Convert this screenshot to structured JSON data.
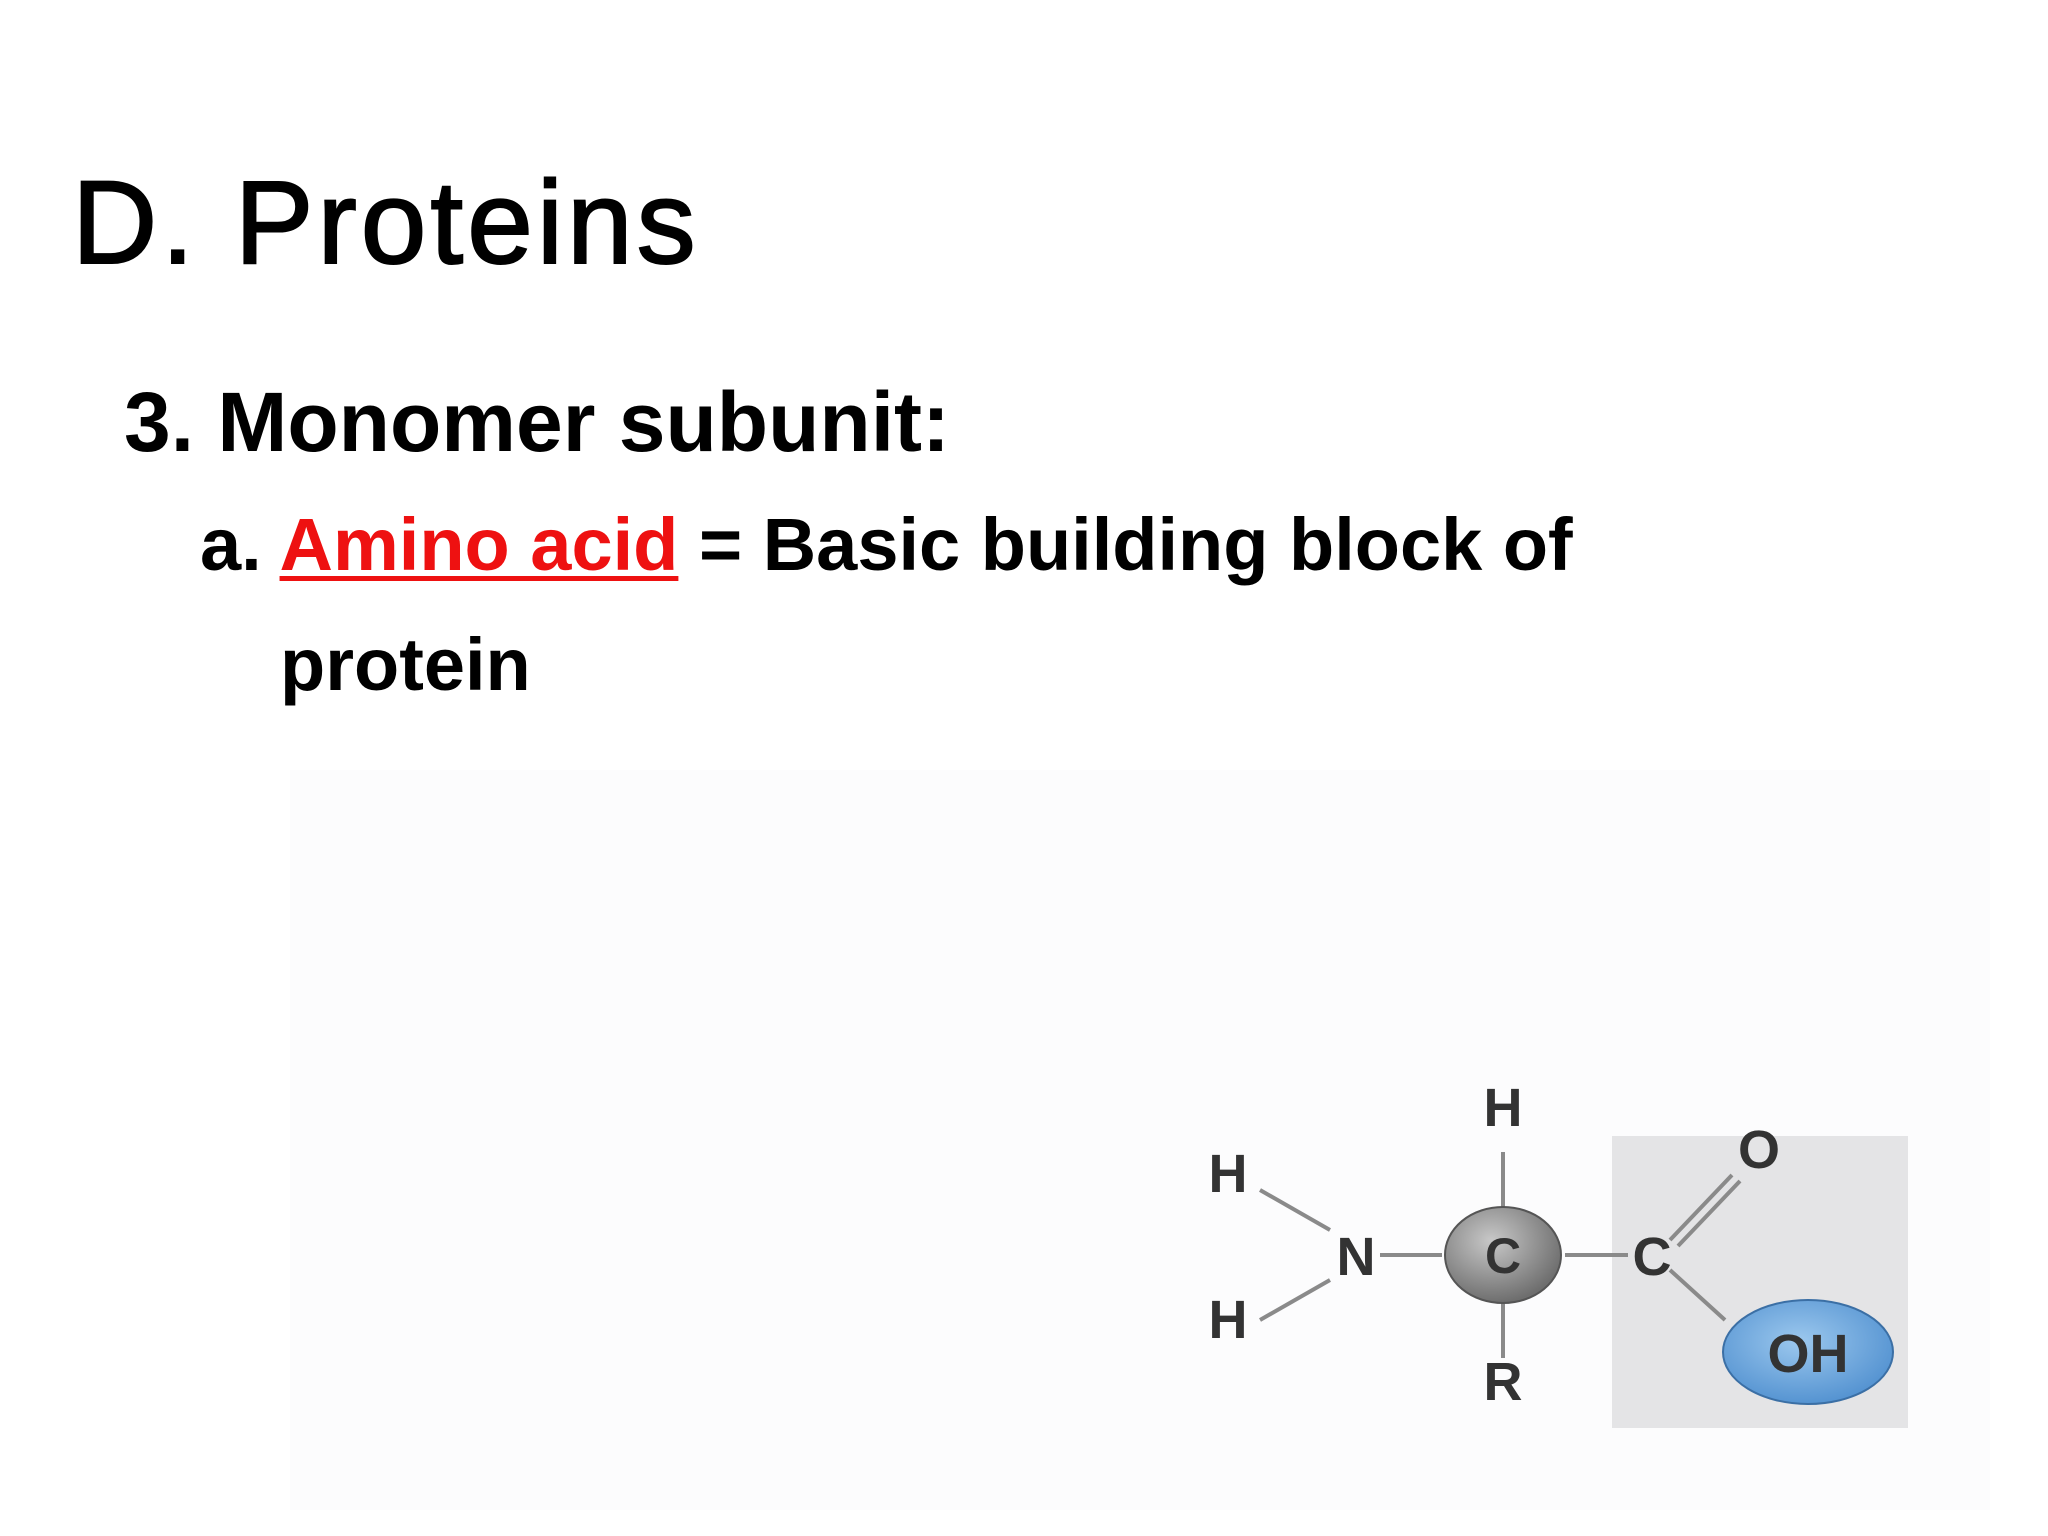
{
  "slide": {
    "title": "D. Proteins",
    "subheading": "3. Monomer subunit:",
    "bullet": {
      "marker": "a.",
      "term": "Amino acid",
      "definition_line1": "= Basic building block of",
      "definition_line2": "protein"
    }
  },
  "molecule": {
    "atoms": {
      "h_top": "H",
      "h_upper_left": "H",
      "h_lower_left": "H",
      "n": "N",
      "c_alpha": "C",
      "r": "R",
      "c_carboxyl": "C",
      "o": "O",
      "oh": "OH"
    },
    "colors": {
      "text_accent": "#ee1111",
      "carboxyl_box": "#e4e4e6",
      "oh_fill": "#6aa7dc",
      "alpha_carbon_fill": "#8a8a8a"
    }
  }
}
